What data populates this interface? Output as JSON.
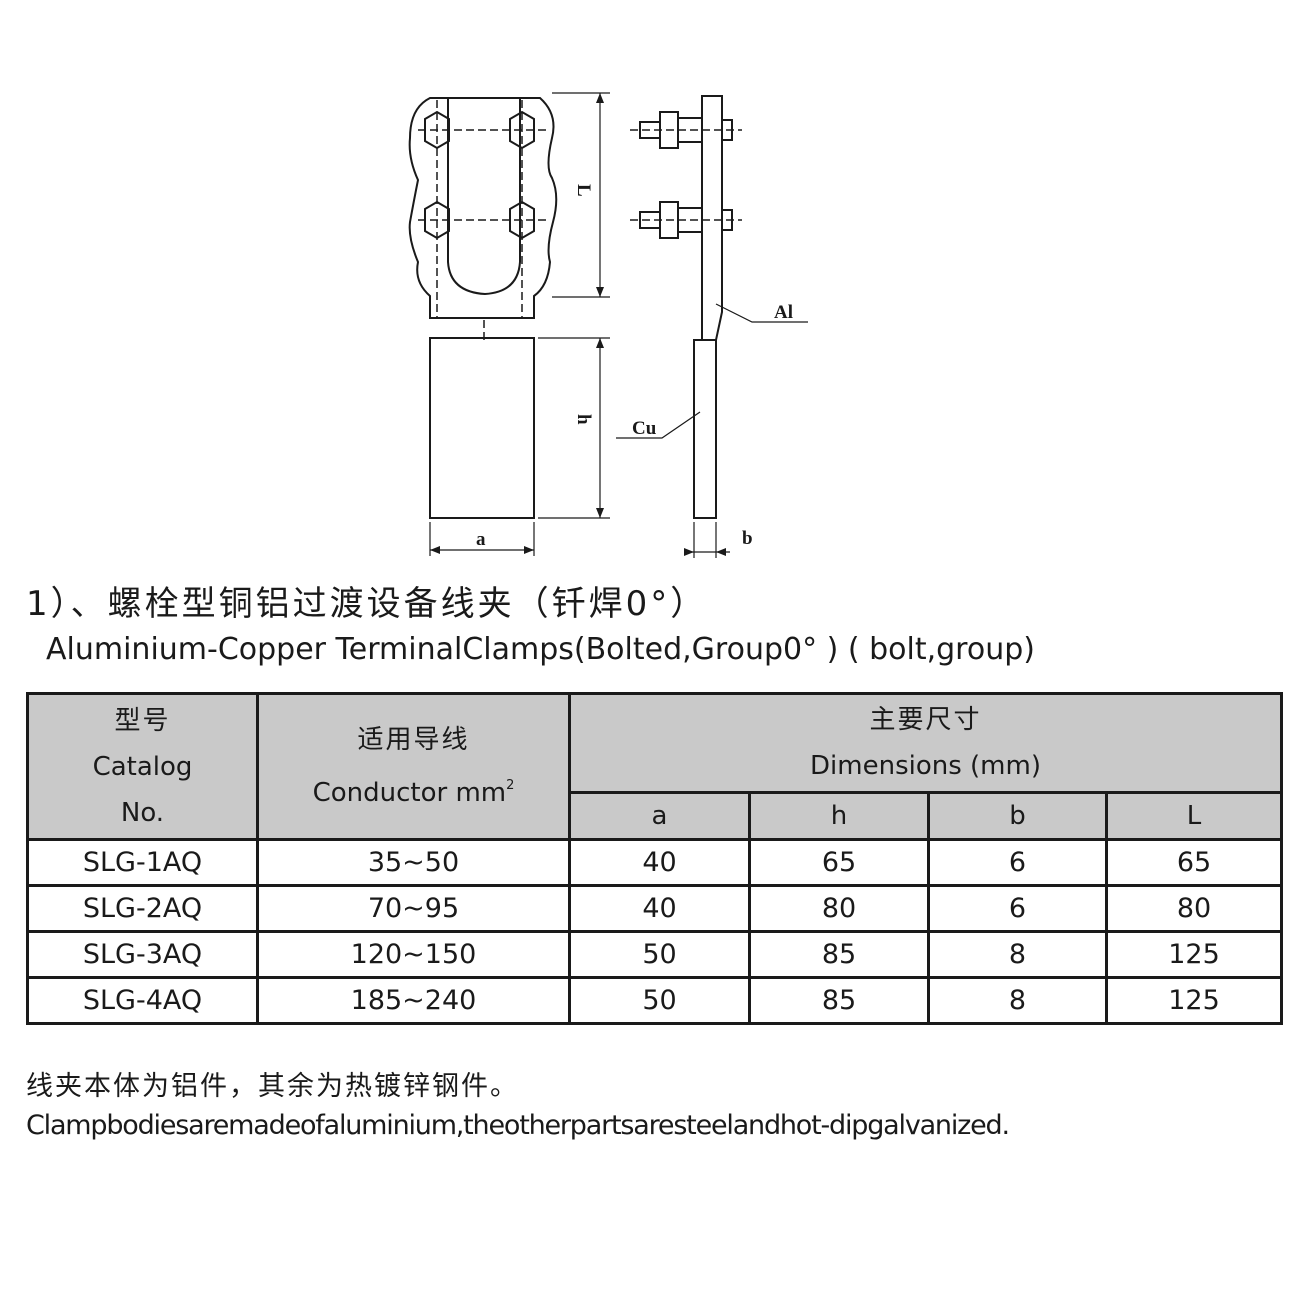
{
  "drawing": {
    "label_L": "L",
    "label_h": "h",
    "label_a": "a",
    "label_b": "b",
    "label_al": "Al",
    "label_cu": "Cu"
  },
  "heading": {
    "cn": "1）、螺栓型铜铝过渡设备线夹（钎焊0°）",
    "en": "Aluminium-Copper TerminalClamps(Bolted,Group0°   ) ( bolt,group)"
  },
  "table": {
    "catalog_header": [
      "型号",
      "Catalog",
      "No."
    ],
    "conductor_header_cn": "适用导线",
    "conductor_header_en": "Conductor mm",
    "conductor_header_sup": "2",
    "dimensions_header_cn": "主要尺寸",
    "dimensions_header_en": "Dimensions  (mm)",
    "columns": [
      "a",
      "h",
      "b",
      "L"
    ],
    "rows": [
      {
        "catalog": "SLG-1AQ",
        "conductor": "35~50",
        "a": "40",
        "h": "65",
        "b": "6",
        "L": "65"
      },
      {
        "catalog": "SLG-2AQ",
        "conductor": "70~95",
        "a": "40",
        "h": "80",
        "b": "6",
        "L": "80"
      },
      {
        "catalog": "SLG-3AQ",
        "conductor": "120~150",
        "a": "50",
        "h": "85",
        "b": "8",
        "L": "125"
      },
      {
        "catalog": "SLG-4AQ",
        "conductor": "185~240",
        "a": "50",
        "h": "85",
        "b": "8",
        "L": "125"
      }
    ]
  },
  "notes": {
    "cn": "线夹本体为铝件，其余为热镀锌钢件。",
    "en": "Clampbodiesaremadeofaluminium,theotherpartsaresteelandhot-dipgalvanized."
  }
}
